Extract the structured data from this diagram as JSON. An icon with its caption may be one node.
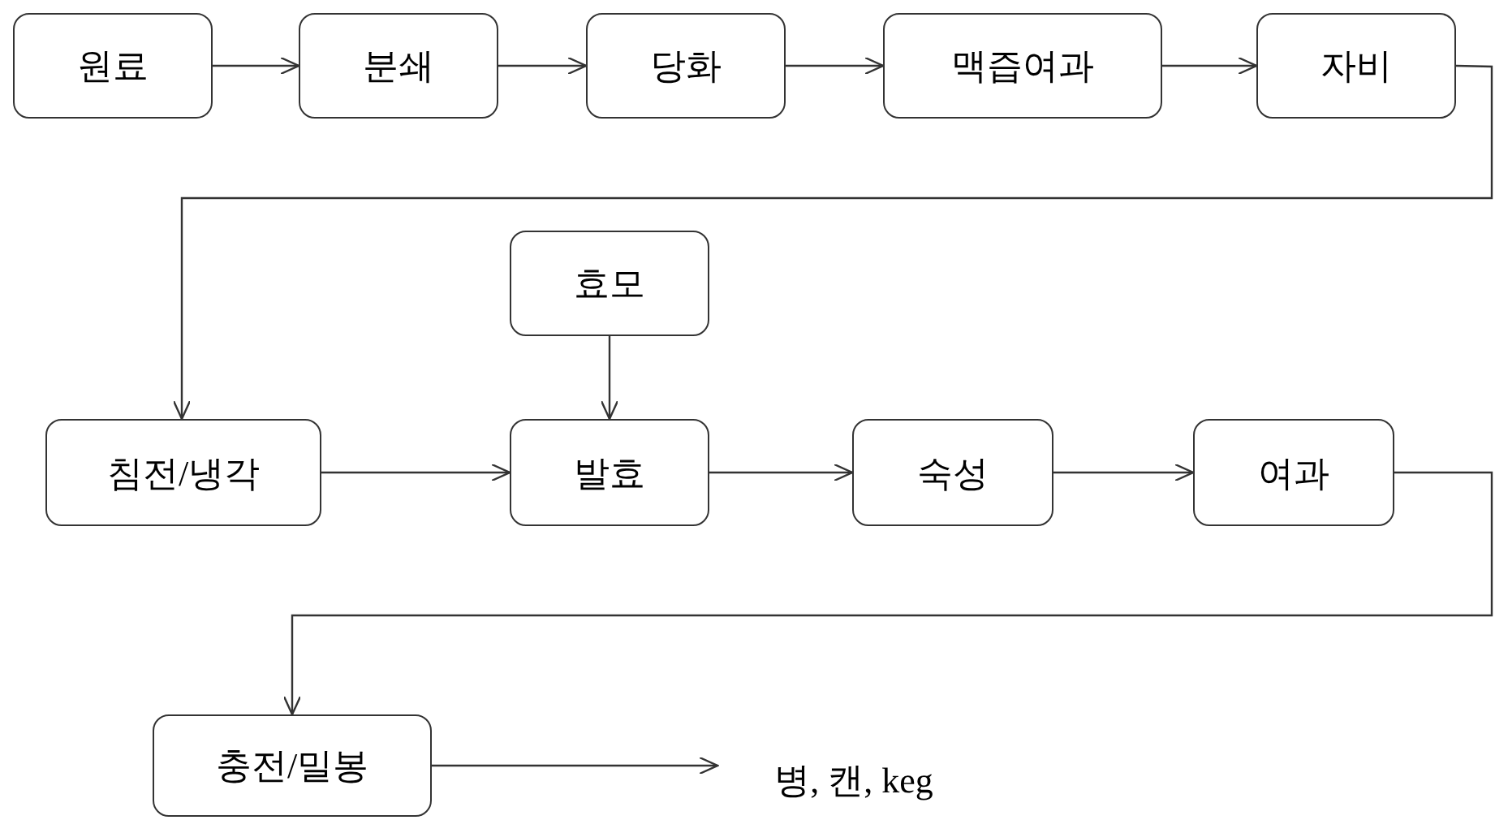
{
  "diagram": {
    "nodes": [
      {
        "text": [
          "원료"
        ]
      },
      {
        "text": [
          "분쇄"
        ]
      },
      {
        "text": [
          "당화"
        ]
      },
      {
        "text": [
          "맥즙여과"
        ]
      },
      {
        "text": [
          "자비"
        ]
      },
      {
        "text": [
          "침전/냉각"
        ]
      },
      {
        "text": [
          "효모"
        ]
      },
      {
        "text": [
          "발효"
        ]
      },
      {
        "text": [
          "숙성"
        ]
      },
      {
        "text": [
          "여과"
        ]
      },
      {
        "text": [
          "충전/밀봉"
        ]
      },
      {
        "text": [
          "병, 캔, keg"
        ]
      }
    ],
    "edges": [
      {
        "from": 0,
        "to": 1,
        "arrow": "to"
      },
      {
        "from": 1,
        "to": 2,
        "arrow": "to"
      },
      {
        "from": 2,
        "to": 3,
        "arrow": "to"
      },
      {
        "from": 3,
        "to": 4,
        "arrow": "to"
      },
      {
        "from": 4,
        "to": 5,
        "arrow": "to"
      },
      {
        "from": 6,
        "to": 7,
        "arrow": "to"
      },
      {
        "from": 5,
        "to": 7,
        "arrow": "to"
      },
      {
        "from": 7,
        "to": 8,
        "arrow": "to"
      },
      {
        "from": 8,
        "to": 9,
        "arrow": "to"
      },
      {
        "from": 9,
        "to": 10,
        "arrow": "to"
      },
      {
        "from": 10,
        "to": 11,
        "arrow": "to"
      }
    ]
  }
}
